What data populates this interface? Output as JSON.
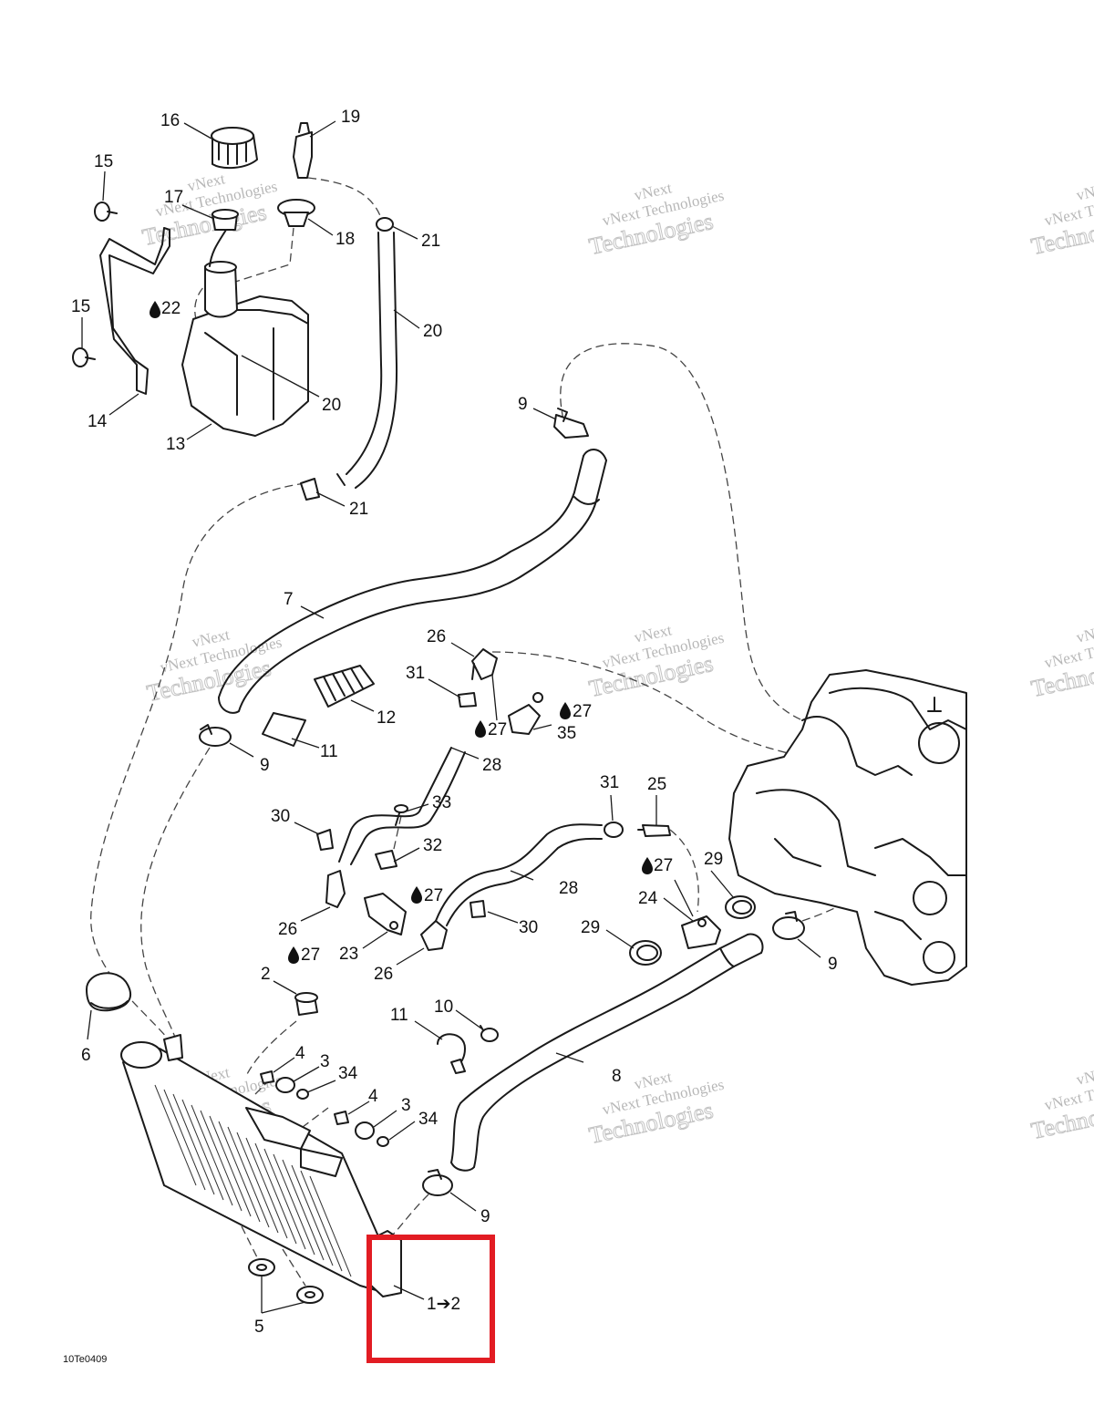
{
  "diagram": {
    "reference_code": "10Te0409",
    "watermark": {
      "line1": "vNext Technologies",
      "line2": "Technologies",
      "line3": "vNext"
    },
    "highlight_color": "#e21c23",
    "callouts": {
      "c16": "16",
      "c19": "19",
      "c15a": "15",
      "c17": "17",
      "c18": "18",
      "c21a": "21",
      "c22": "22",
      "c15b": "15",
      "c20a": "20",
      "c20b": "20",
      "c14": "14",
      "c13": "13",
      "c9a": "9",
      "c21b": "21",
      "c7": "7",
      "c26a": "26",
      "c31a": "31",
      "c12": "12",
      "c27a": "27",
      "c27b": "27",
      "c35": "35",
      "c11a": "11",
      "c9b": "9",
      "c28a": "28",
      "c31b": "31",
      "c25": "25",
      "c30a": "30",
      "c33": "33",
      "c32": "32",
      "c27c": "27",
      "c28b": "28",
      "c29a": "29",
      "c24": "24",
      "c27d": "27",
      "c26b": "26",
      "c30b": "30",
      "c29b": "29",
      "c9c": "9",
      "c27e": "27",
      "c23": "23",
      "c26c": "26",
      "c2": "2",
      "c10": "10",
      "c11b": "11",
      "c6": "6",
      "c4a": "4",
      "c3a": "3",
      "c34a": "34",
      "c8": "8",
      "c4b": "4",
      "c3b": "3",
      "c34b": "34",
      "c9d": "9",
      "c5": "5",
      "c1to2": "1➔2"
    }
  }
}
